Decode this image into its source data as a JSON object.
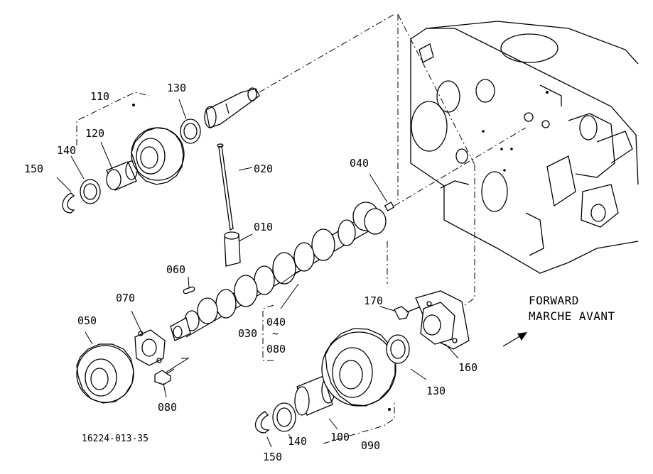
{
  "labels": {
    "p010": "010",
    "p020": "020",
    "p030": "030",
    "p040a": "040",
    "p040b": "040",
    "p050": "050",
    "p060": "060",
    "p070": "070",
    "p080a": "080",
    "p080b": "080",
    "p090": "090",
    "p100": "100",
    "p110": "110",
    "p120": "120",
    "p130a": "130",
    "p130b": "130",
    "p140a": "140",
    "p140b": "140",
    "p150a": "150",
    "p150b": "150",
    "p160": "160",
    "p170": "170",
    "range_tilde": "~"
  },
  "caption": {
    "line1": "FORWARD",
    "line2": "MARCHE AVANT"
  },
  "doc_id": "16224-013-35"
}
